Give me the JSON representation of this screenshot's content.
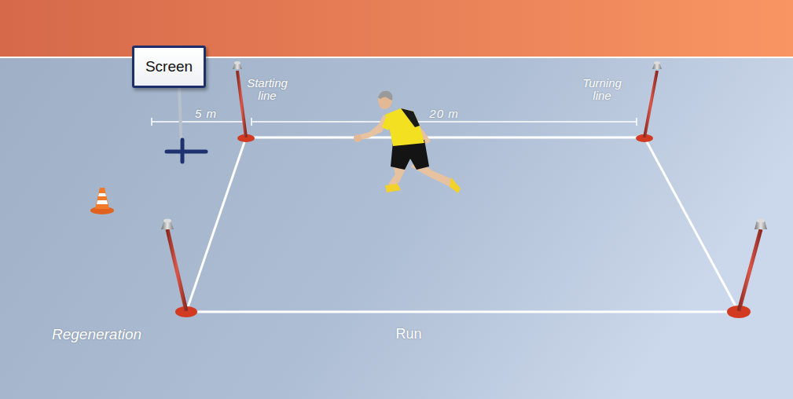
{
  "diagram": {
    "nodes": [
      {
        "text": [
          "Screen"
        ]
      }
    ],
    "labels": [
      "Starting line",
      "5 m",
      "20 m",
      "Turning line",
      "Regeneration",
      "Run"
    ]
  }
}
